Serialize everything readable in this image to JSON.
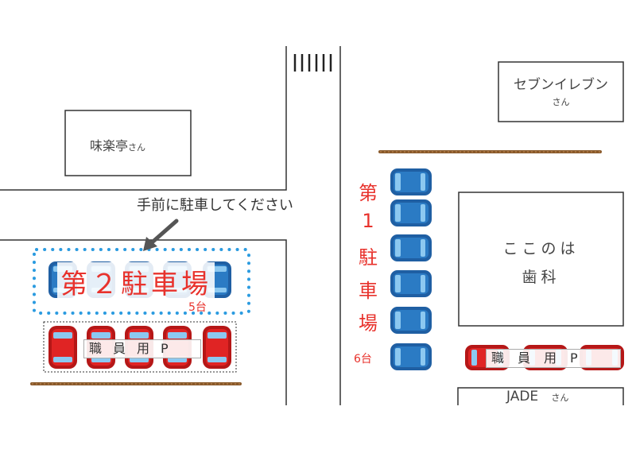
{
  "buildings": {
    "ajirakutei": {
      "name": "味楽亭",
      "suffix": "さん"
    },
    "seven_eleven": {
      "name": "セブンイレブン",
      "suffix": "さん"
    },
    "dentist": {
      "line1": "ここのは",
      "line2": "歯科"
    },
    "jade": {
      "name": "JADE",
      "suffix": "さん"
    }
  },
  "instruction": "手前に駐車してください",
  "lot2": {
    "title": "第２駐車場",
    "count": "5台",
    "staff_label": "職員用P"
  },
  "lot1": {
    "title_chars": [
      "第",
      "1",
      "駐",
      "車",
      "場"
    ],
    "count": "6台",
    "staff_label": "職員用P"
  },
  "colors": {
    "visitor_car": "#2b7bc4",
    "staff_car": "#e02424",
    "road_edge": "#333333",
    "hedge": "#8a5a2b",
    "lot_border": "#2b9be0",
    "label": "#e8322c"
  },
  "icons": [
    "crosswalk-icon",
    "arrow-icon",
    "blue-car-icon",
    "red-car-icon",
    "hedge-icon"
  ]
}
